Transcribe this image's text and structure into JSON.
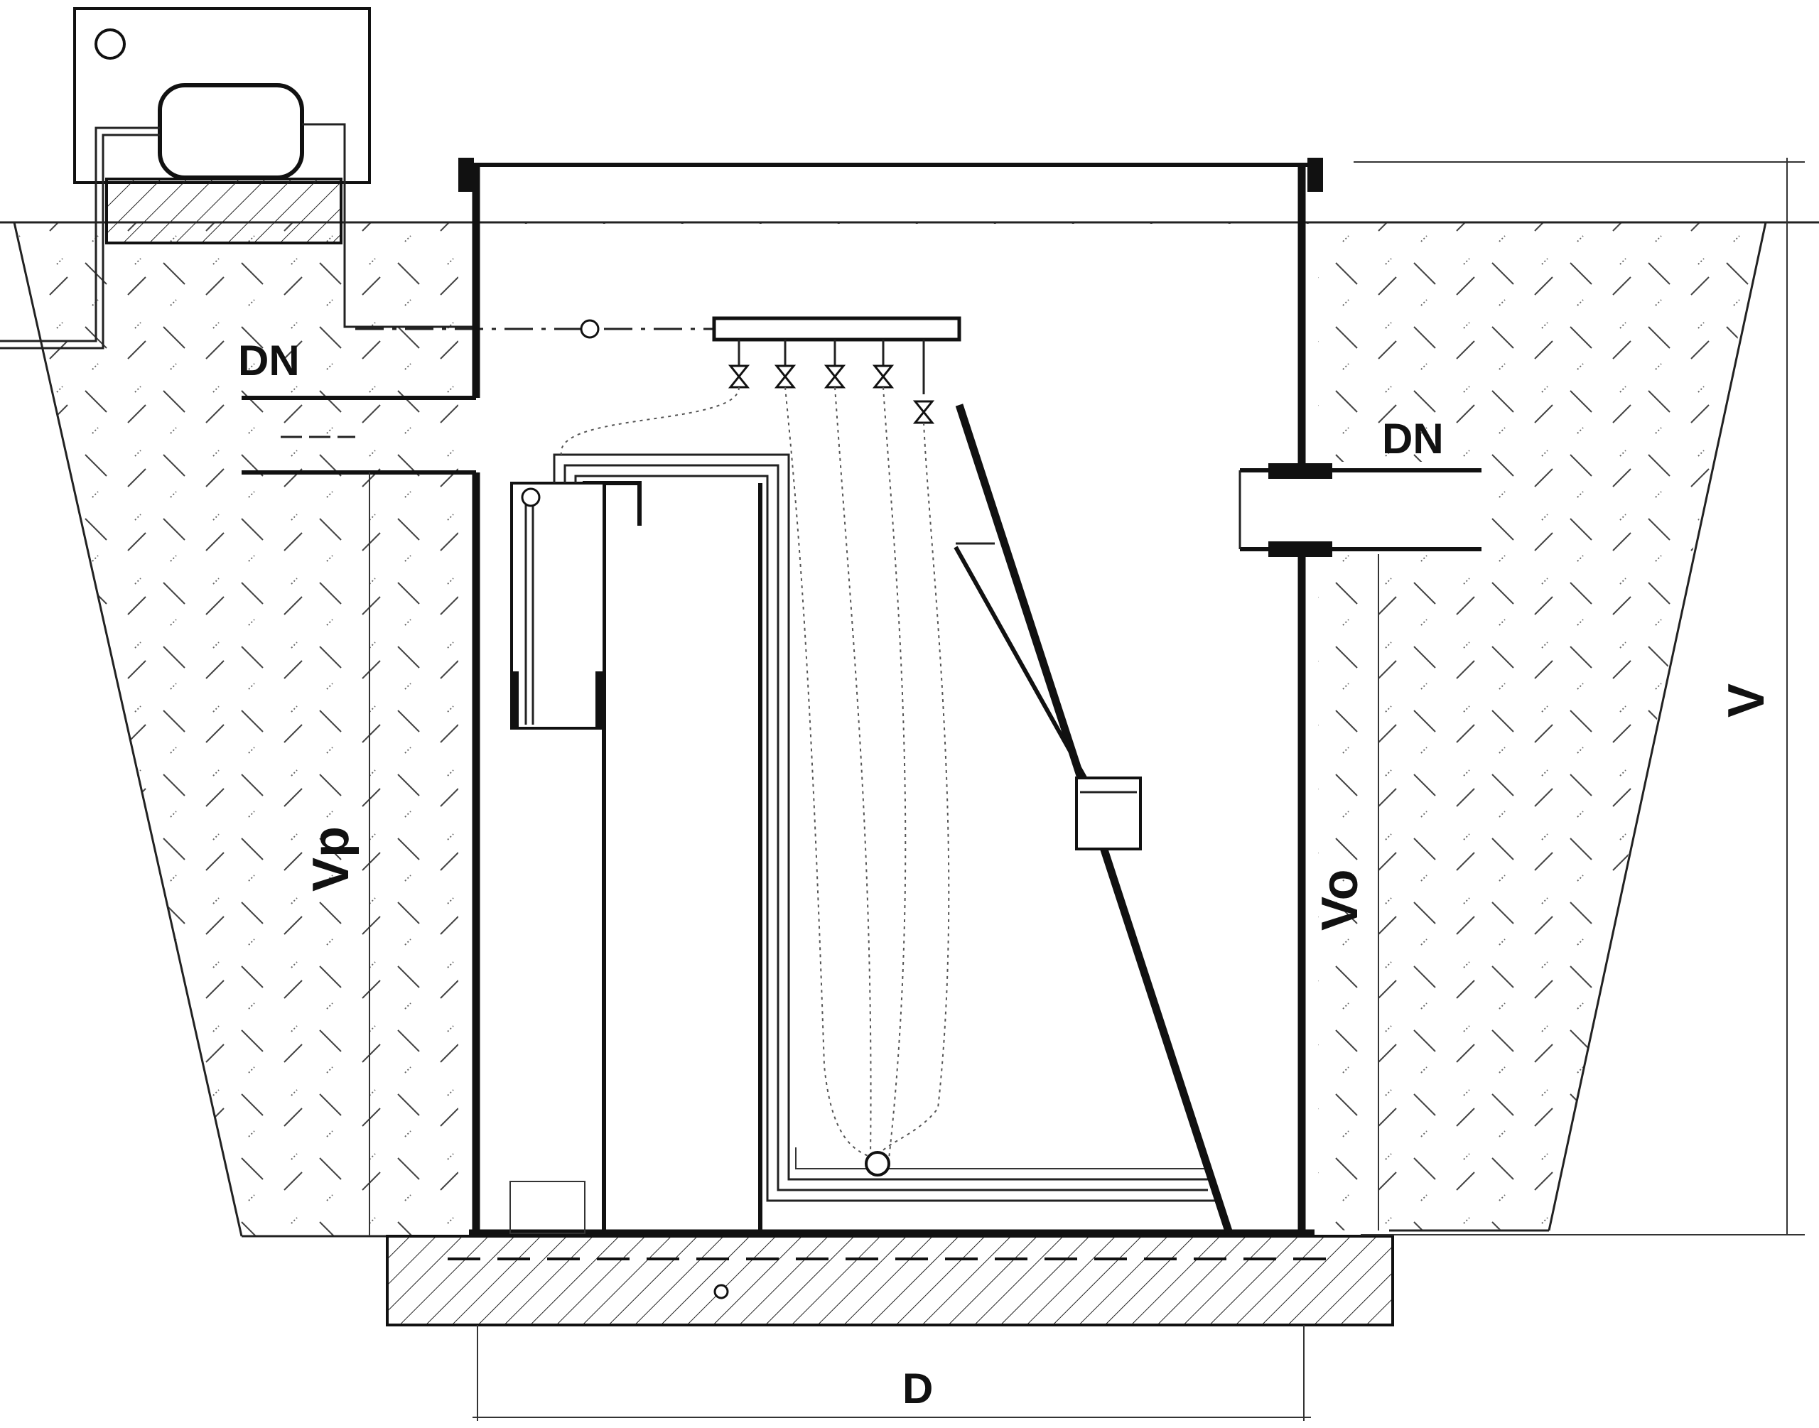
{
  "labels": {
    "dn_inlet": "DN",
    "dn_outlet": "DN",
    "v_total": "V",
    "v_inlet": "Vp",
    "v_outlet": "Vo",
    "diameter": "D"
  },
  "colors": {
    "line": "#111111",
    "soil_hatch": "#444444",
    "concrete_hatch": "#222222",
    "background": "#ffffff"
  },
  "icons": [
    "blower-unit-icon",
    "valve-icon"
  ]
}
